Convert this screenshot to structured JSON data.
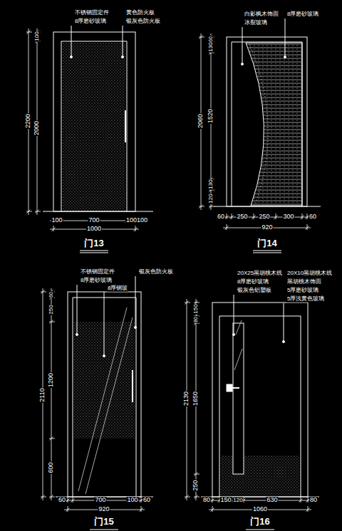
{
  "diagram": {
    "labels": [
      "不锈钢固定件",
      "8厚磨砂玻璃",
      "黄色防火板",
      "银灰色防火板",
      "2200",
      "100",
      "2000",
      "100",
      "700",
      "100100",
      "1000",
      "门13",
      "白影枫木饰面",
      "冰裂玻璃",
      "8厚磨砂玻璃",
      "2060",
      "60",
      "130",
      "1520",
      "130",
      "120",
      "60",
      "250",
      "250",
      "300",
      "60",
      "920",
      "门14",
      "不锈钢固定件",
      "8厚磨砂玻璃",
      "8厚钢玻",
      "银灰色防火板",
      "2110",
      "60",
      "250",
      "1200",
      "600",
      "60",
      "700",
      "100",
      "60",
      "920",
      "门15",
      "20X25黑胡桃木线",
      "8厚磨砂玻璃",
      "银灰色铝塑板",
      "20X10黑胡桃木线",
      "黑胡桃木饰面",
      "5厚磨砂玻璃",
      "5厚浅黄色玻璃",
      "2130",
      "150",
      "80",
      "1650",
      "250",
      "80",
      "150",
      "120",
      "630",
      "80",
      "1060",
      "门16"
    ]
  }
}
